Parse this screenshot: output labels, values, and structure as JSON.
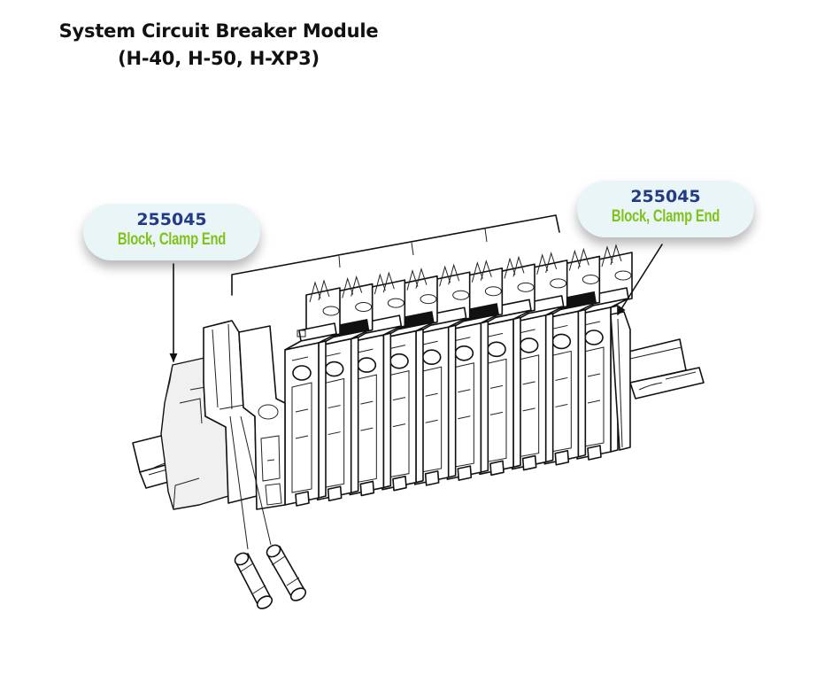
{
  "title": {
    "line1": "System Circuit Breaker Module",
    "line2": "(H-40, H-50, H-XP3)"
  },
  "colors": {
    "part_number": "#233a86",
    "description": "#7fc31c",
    "callout_bg": "#eaf5f7"
  },
  "callouts": [
    {
      "side": "left",
      "part_number": "255045",
      "description": "Block, Clamp End",
      "arrow": "down"
    },
    {
      "side": "right",
      "part_number": "255045",
      "description": "Block, Clamp End",
      "arrow": "down-left"
    }
  ],
  "diagram": {
    "subject": "DIN-rail mounted circuit breaker module",
    "breaker_count": 10,
    "fuse_count": 2,
    "components": [
      "din-rail",
      "clamp-end-block-left",
      "clamp-end-block-right",
      "fuse-holder",
      "circuit-breakers",
      "cartridge-fuses"
    ]
  }
}
